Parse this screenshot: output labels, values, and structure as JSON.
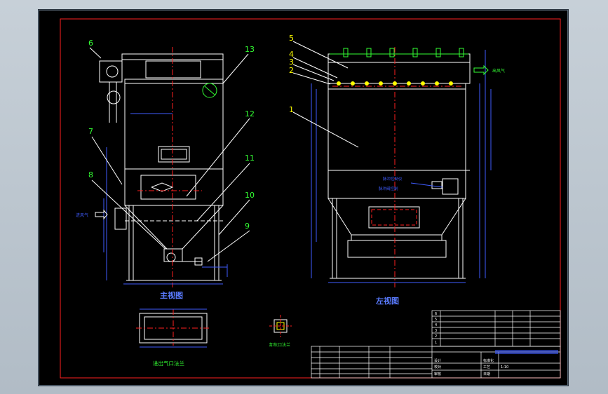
{
  "drawing": {
    "balloons": [
      "1",
      "2",
      "3",
      "4",
      "5",
      "6",
      "7",
      "8",
      "9",
      "10",
      "11",
      "12",
      "13"
    ],
    "views": {
      "front": "主视图",
      "left": "左视图"
    },
    "detail_caption": "进出气口法兰",
    "small_caption": "卸灰口法兰",
    "air_in": "进风气",
    "air_out": "出风气",
    "side_notes": [
      "脉冲控制仪",
      "脉冲阀控制"
    ],
    "title_block": {
      "scale": "1:10",
      "rows": [
        "设计",
        "校对",
        "审核",
        "标准化",
        "工艺",
        "日期"
      ],
      "parts_list": [
        "1",
        "2",
        "3",
        "4",
        "5",
        "6"
      ]
    }
  },
  "colors": {
    "sheet": "#000000",
    "frame": "#ff2020",
    "outline": "#ffffff",
    "dim": "#3f5cff",
    "leader": "#ffffff",
    "balloon_text": "#33ff33",
    "centerline": "#ff2020",
    "caption": "#5a7bff",
    "valve": "#ffff00",
    "duct": "#33ff33"
  }
}
